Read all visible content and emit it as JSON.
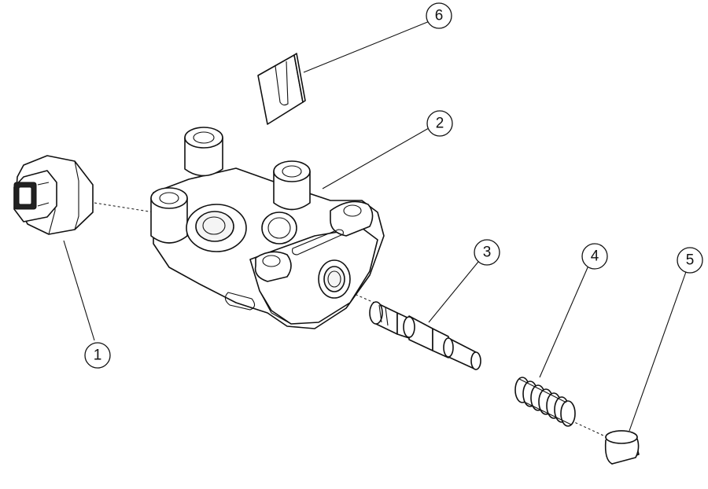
{
  "callouts": [
    {
      "label": "1"
    },
    {
      "label": "2"
    },
    {
      "label": "3"
    },
    {
      "label": "4"
    },
    {
      "label": "5"
    },
    {
      "label": "6"
    }
  ],
  "parts": {
    "part1": "connector-plug-icon",
    "part2": "valve-body-icon",
    "part3": "spool-pin-icon",
    "part4": "coil-spring-icon",
    "part5": "end-cap-icon",
    "part6": "slotted-shim-icon"
  }
}
